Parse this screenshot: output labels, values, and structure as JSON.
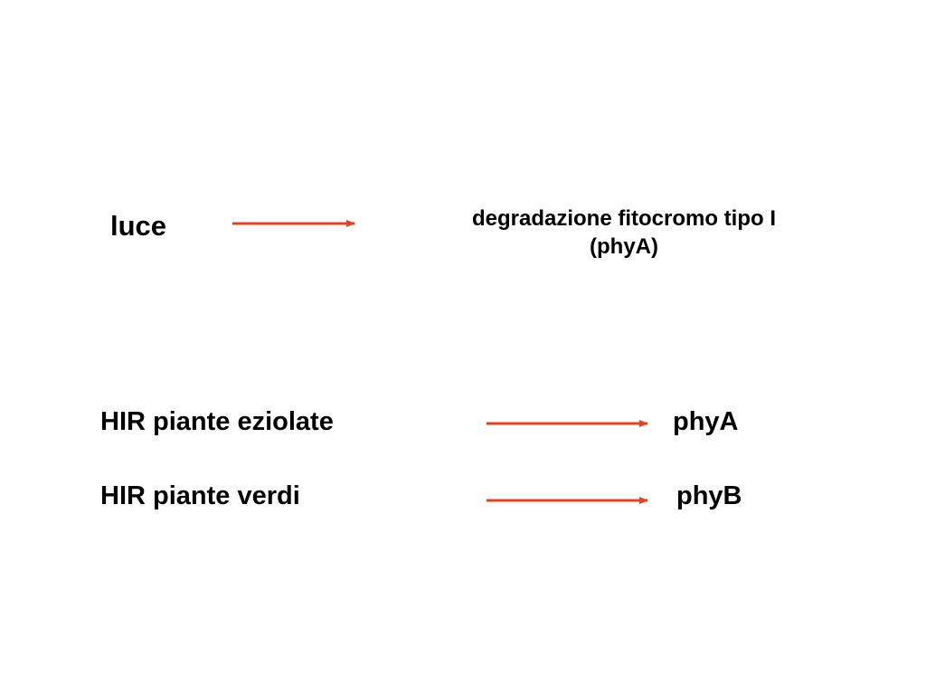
{
  "colors": {
    "arrow": "#e8401c",
    "text": "#000000",
    "background": "#ffffff"
  },
  "labels": {
    "luce": "luce",
    "degradazione_line1": "degradazione fitocromo tipo I",
    "degradazione_line2": "(phyA)",
    "hir_eziolate": "HIR piante eziolate",
    "hir_verdi": "HIR piante verdi",
    "phyA": "phyA",
    "phyB": "phyB"
  },
  "arrows": [
    {
      "from": "luce",
      "to": "degradazione fitocromo tipo I (phyA)"
    },
    {
      "from": "HIR piante eziolate",
      "to": "phyA"
    },
    {
      "from": "HIR piante verdi",
      "to": "phyB"
    }
  ]
}
